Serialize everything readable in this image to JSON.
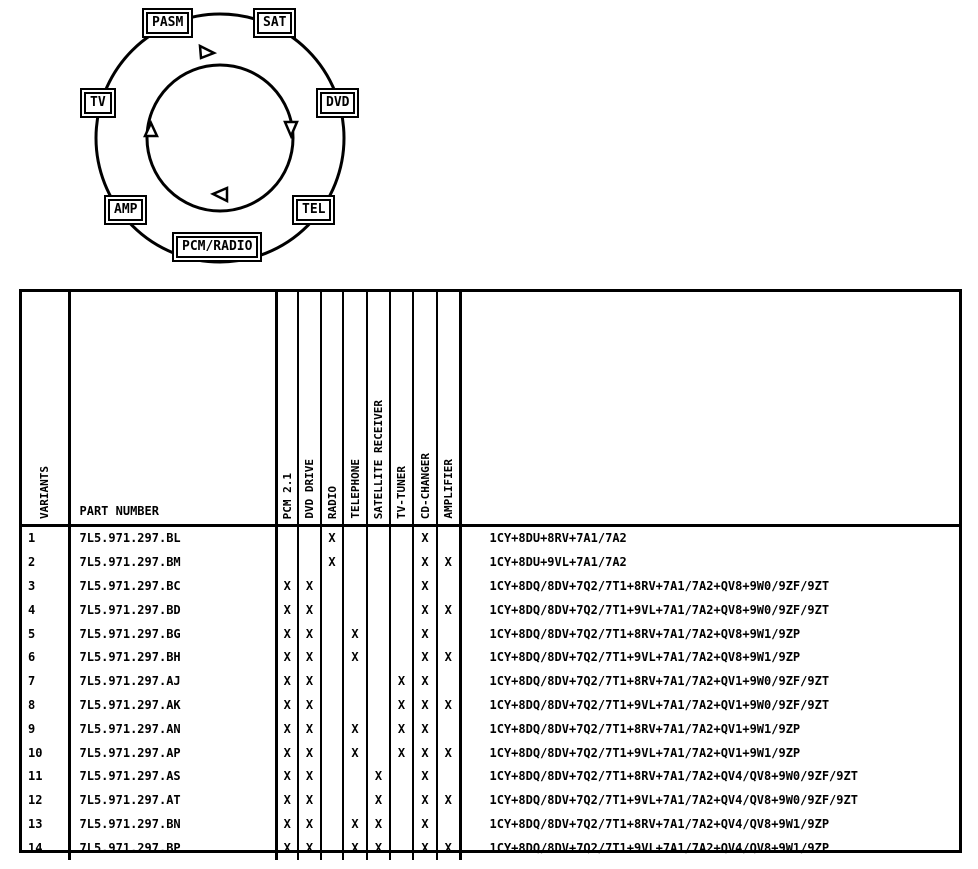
{
  "ring": {
    "labels": {
      "pasm": "PASM",
      "sat": "SAT",
      "tv": "TV",
      "dvd": "DVD",
      "amp": "AMP",
      "tel": "TEL",
      "pcm_radio": "PCM/RADIO"
    }
  },
  "table": {
    "headers": {
      "variants": "VARIANTS",
      "part_number": "PART NUMBER",
      "pcm": "PCM 2.1",
      "dvd_drive": "DVD DRIVE",
      "radio": "RADIO",
      "telephone": "TELEPHONE",
      "satellite": "SATELLITE RECEIVER",
      "tv_tuner": "TV-TUNER",
      "cd_changer": "CD-CHANGER",
      "amplifier": "AMPLIFIER"
    },
    "rows": [
      {
        "variant": "1",
        "part": "7L5.971.297.BL",
        "pcm": "",
        "dvd": "",
        "radio": "X",
        "tel": "",
        "sat": "",
        "tv": "",
        "cd": "X",
        "amp": "",
        "code": "1CY+8DU+8RV+7A1/7A2"
      },
      {
        "variant": "2",
        "part": "7L5.971.297.BM",
        "pcm": "",
        "dvd": "",
        "radio": "X",
        "tel": "",
        "sat": "",
        "tv": "",
        "cd": "X",
        "amp": "X",
        "code": "1CY+8DU+9VL+7A1/7A2"
      },
      {
        "variant": "3",
        "part": "7L5.971.297.BC",
        "pcm": "X",
        "dvd": "X",
        "radio": "",
        "tel": "",
        "sat": "",
        "tv": "",
        "cd": "X",
        "amp": "",
        "code": "1CY+8DQ/8DV+7Q2/7T1+8RV+7A1/7A2+QV8+9W0/9ZF/9ZT"
      },
      {
        "variant": "4",
        "part": "7L5.971.297.BD",
        "pcm": "X",
        "dvd": "X",
        "radio": "",
        "tel": "",
        "sat": "",
        "tv": "",
        "cd": "X",
        "amp": "X",
        "code": "1CY+8DQ/8DV+7Q2/7T1+9VL+7A1/7A2+QV8+9W0/9ZF/9ZT"
      },
      {
        "variant": "5",
        "part": "7L5.971.297.BG",
        "pcm": "X",
        "dvd": "X",
        "radio": "",
        "tel": "X",
        "sat": "",
        "tv": "",
        "cd": "X",
        "amp": "",
        "code": "1CY+8DQ/8DV+7Q2/7T1+8RV+7A1/7A2+QV8+9W1/9ZP"
      },
      {
        "variant": "6",
        "part": "7L5.971.297.BH",
        "pcm": "X",
        "dvd": "X",
        "radio": "",
        "tel": "X",
        "sat": "",
        "tv": "",
        "cd": "X",
        "amp": "X",
        "code": "1CY+8DQ/8DV+7Q2/7T1+9VL+7A1/7A2+QV8+9W1/9ZP"
      },
      {
        "variant": "7",
        "part": "7L5.971.297.AJ",
        "pcm": "X",
        "dvd": "X",
        "radio": "",
        "tel": "",
        "sat": "",
        "tv": "X",
        "cd": "X",
        "amp": "",
        "code": "1CY+8DQ/8DV+7Q2/7T1+8RV+7A1/7A2+QV1+9W0/9ZF/9ZT"
      },
      {
        "variant": "8",
        "part": "7L5.971.297.AK",
        "pcm": "X",
        "dvd": "X",
        "radio": "",
        "tel": "",
        "sat": "",
        "tv": "X",
        "cd": "X",
        "amp": "X",
        "code": "1CY+8DQ/8DV+7Q2/7T1+9VL+7A1/7A2+QV1+9W0/9ZF/9ZT"
      },
      {
        "variant": "9",
        "part": "7L5.971.297.AN",
        "pcm": "X",
        "dvd": "X",
        "radio": "",
        "tel": "X",
        "sat": "",
        "tv": "X",
        "cd": "X",
        "amp": "",
        "code": "1CY+8DQ/8DV+7Q2/7T1+8RV+7A1/7A2+QV1+9W1/9ZP"
      },
      {
        "variant": "10",
        "part": "7L5.971.297.AP",
        "pcm": "X",
        "dvd": "X",
        "radio": "",
        "tel": "X",
        "sat": "",
        "tv": "X",
        "cd": "X",
        "amp": "X",
        "code": "1CY+8DQ/8DV+7Q2/7T1+9VL+7A1/7A2+QV1+9W1/9ZP"
      },
      {
        "variant": "11",
        "part": "7L5.971.297.AS",
        "pcm": "X",
        "dvd": "X",
        "radio": "",
        "tel": "",
        "sat": "X",
        "tv": "",
        "cd": "X",
        "amp": "",
        "code": "1CY+8DQ/8DV+7Q2/7T1+8RV+7A1/7A2+QV4/QV8+9W0/9ZF/9ZT"
      },
      {
        "variant": "12",
        "part": "7L5.971.297.AT",
        "pcm": "X",
        "dvd": "X",
        "radio": "",
        "tel": "",
        "sat": "X",
        "tv": "",
        "cd": "X",
        "amp": "X",
        "code": "1CY+8DQ/8DV+7Q2/7T1+9VL+7A1/7A2+QV4/QV8+9W0/9ZF/9ZT"
      },
      {
        "variant": "13",
        "part": "7L5.971.297.BN",
        "pcm": "X",
        "dvd": "X",
        "radio": "",
        "tel": "X",
        "sat": "X",
        "tv": "",
        "cd": "X",
        "amp": "",
        "code": "1CY+8DQ/8DV+7Q2/7T1+8RV+7A1/7A2+QV4/QV8+9W1/9ZP"
      },
      {
        "variant": "14",
        "part": "7L5.971.297.BP",
        "pcm": "X",
        "dvd": "X",
        "radio": "",
        "tel": "X",
        "sat": "X",
        "tv": "",
        "cd": "X",
        "amp": "X",
        "code": "1CY+8DQ/8DV+7Q2/7T1+9VL+7A1/7A2+QV4/QV8+9W1/9ZP"
      }
    ]
  }
}
